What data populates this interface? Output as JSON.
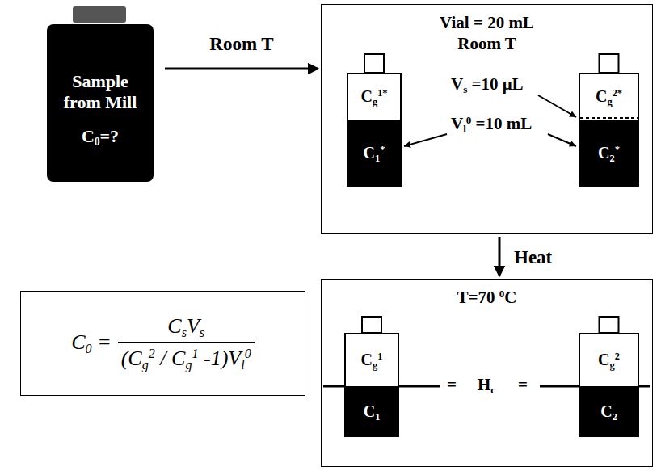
{
  "diagram": {
    "nodes": [
      {
        "text": [
          "Sample from Mill",
          "C0=?"
        ]
      },
      {
        "text": [
          "Vial = 20 mL",
          "Room T"
        ]
      },
      {
        "text": [
          "Cg1*",
          "C1*"
        ],
        "in": 1
      },
      {
        "text": [
          "Cg2*",
          "C2*"
        ],
        "in": 1
      },
      {
        "text": [
          "T=70 0C"
        ]
      },
      {
        "text": [
          "Cg1",
          "C1"
        ],
        "in": 4
      },
      {
        "text": [
          "Cg2",
          "C2"
        ],
        "in": 4
      },
      {
        "text": [
          "C0 =",
          "CsVs",
          "(Cg2 / Cg1 -1)Vl0"
        ]
      }
    ],
    "edges": [
      {
        "from": 0,
        "to": 1,
        "arrow": "to",
        "label": "Room T"
      },
      {
        "from": 1,
        "to": 4,
        "arrow": "to",
        "label": "Heat"
      }
    ],
    "labels": [
      "Vs =10 μL",
      "Vl0 =10 mL",
      "=",
      "Hc",
      "="
    ]
  }
}
